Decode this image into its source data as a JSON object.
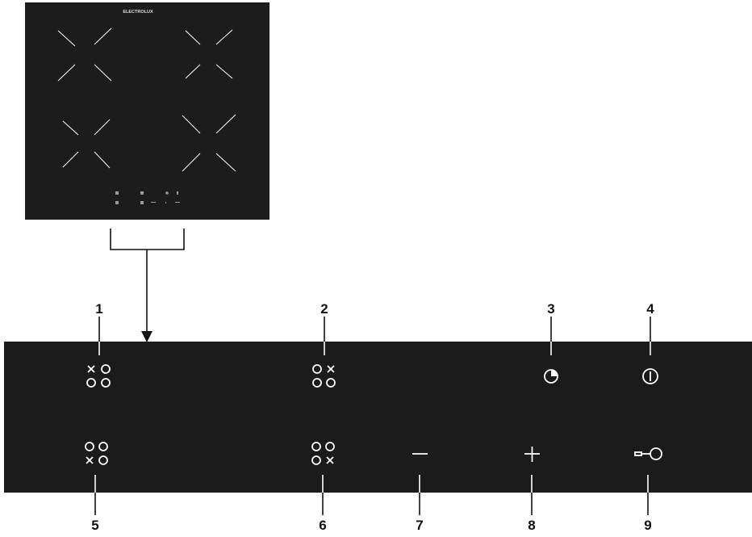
{
  "colors": {
    "panel": "#1b1b1b",
    "hob": "#1c1c1c",
    "symbol": "#ffffff",
    "leader": "#111111"
  },
  "hob": {
    "brand": "ELECTROLUX",
    "brand_sub": ""
  },
  "callouts": [
    {
      "number": "1",
      "control": "front-left-zone-selector",
      "icon": "zone-front-left-icon"
    },
    {
      "number": "2",
      "control": "front-right-zone-selector",
      "icon": "zone-front-right-icon"
    },
    {
      "number": "3",
      "control": "timer-button",
      "icon": "timer-icon"
    },
    {
      "number": "4",
      "control": "power-button",
      "icon": "power-icon"
    },
    {
      "number": "5",
      "control": "rear-left-zone-selector",
      "icon": "zone-rear-left-icon"
    },
    {
      "number": "6",
      "control": "rear-right-zone-selector",
      "icon": "zone-rear-right-icon"
    },
    {
      "number": "7",
      "control": "minus-button",
      "icon": "minus-icon"
    },
    {
      "number": "8",
      "control": "plus-button",
      "icon": "plus-icon"
    },
    {
      "number": "9",
      "control": "lock-button",
      "icon": "key-lock-icon"
    }
  ]
}
